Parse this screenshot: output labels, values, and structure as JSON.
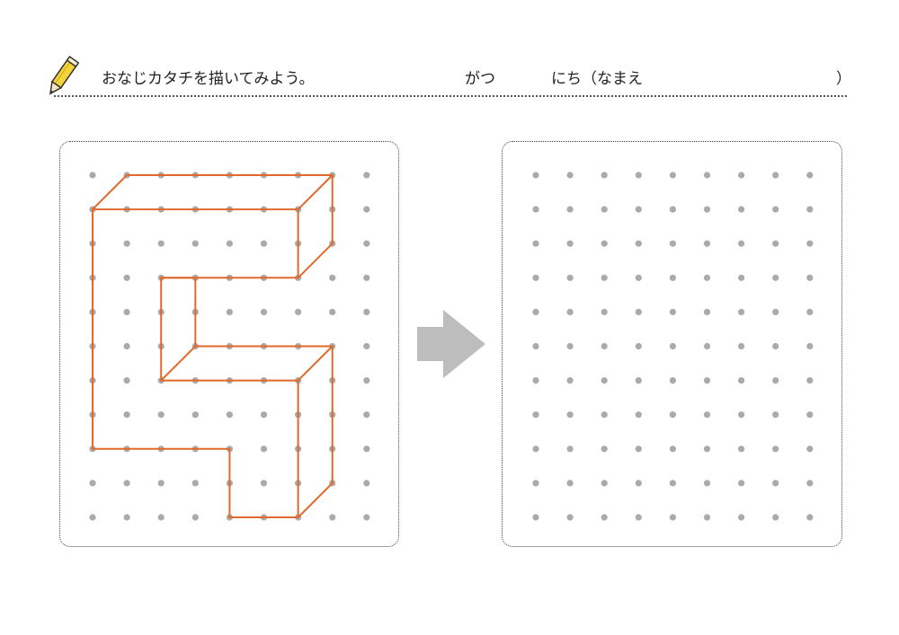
{
  "header": {
    "instruction": "おなじカタチを描いてみよう。",
    "month_label": "がつ",
    "day_name_label": "にち（なまえ",
    "close_paren": "）"
  },
  "colors": {
    "figure_line": "#e0692b",
    "dot": "#aaaaaa",
    "arrow": "#bdbdbd",
    "pencil_body": "#f2d43a"
  },
  "icons": {
    "header": "pencil-icon",
    "middle": "arrow-right-icon"
  },
  "grid": {
    "columns": 9,
    "rows": 11
  },
  "model_figure": {
    "segments": [
      [
        [
          0,
          1
        ],
        [
          1,
          0
        ]
      ],
      [
        [
          1,
          0
        ],
        [
          7,
          0
        ]
      ],
      [
        [
          7,
          0
        ],
        [
          6,
          1
        ]
      ],
      [
        [
          0,
          1
        ],
        [
          6,
          1
        ]
      ],
      [
        [
          7,
          0
        ],
        [
          7,
          2
        ]
      ],
      [
        [
          7,
          2
        ],
        [
          6,
          3
        ]
      ],
      [
        [
          6,
          1
        ],
        [
          6,
          3
        ]
      ],
      [
        [
          6,
          3
        ],
        [
          2,
          3
        ]
      ],
      [
        [
          2,
          3
        ],
        [
          2,
          6
        ]
      ],
      [
        [
          2,
          3
        ],
        [
          3,
          3
        ]
      ],
      [
        [
          3,
          3
        ],
        [
          3,
          5
        ]
      ],
      [
        [
          3,
          5
        ],
        [
          7,
          5
        ]
      ],
      [
        [
          7,
          5
        ],
        [
          6,
          6
        ]
      ],
      [
        [
          2,
          6
        ],
        [
          3,
          5
        ]
      ],
      [
        [
          2,
          6
        ],
        [
          6,
          6
        ]
      ],
      [
        [
          6,
          6
        ],
        [
          6,
          10
        ]
      ],
      [
        [
          7,
          5
        ],
        [
          7,
          9
        ]
      ],
      [
        [
          7,
          9
        ],
        [
          6,
          10
        ]
      ],
      [
        [
          6,
          10
        ],
        [
          4,
          10
        ]
      ],
      [
        [
          4,
          10
        ],
        [
          4,
          8
        ]
      ],
      [
        [
          4,
          8
        ],
        [
          0,
          8
        ]
      ],
      [
        [
          0,
          8
        ],
        [
          0,
          1
        ]
      ]
    ]
  }
}
